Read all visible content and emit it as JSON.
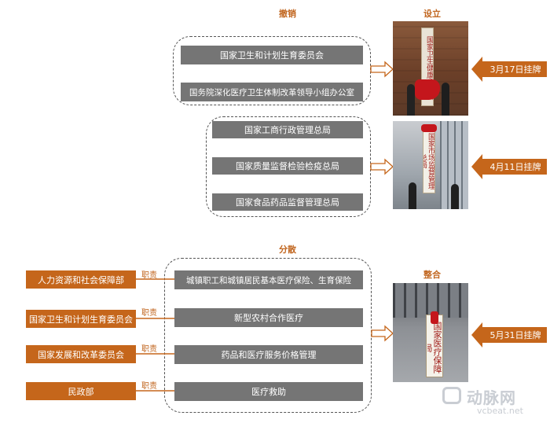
{
  "sections": {
    "revoke_title": "撤销",
    "establish_title": "设立",
    "disperse_title": "分散",
    "integrate_title": "整合"
  },
  "revoke_group1": [
    "国家卫生和计划生育委员会",
    "国务院深化医疗卫生体制改革领导小组办公室"
  ],
  "revoke_group2": [
    "国家工商行政管理总局",
    "国家质量监督检验检疫总局",
    "国家食品药品监督管理总局"
  ],
  "ministries": [
    "人力资源和社会保障部",
    "国家卫生和计划生育委员会",
    "国家发展和改革委员会",
    "民政部"
  ],
  "duty_label": "职责",
  "duties": [
    "城镇职工和城镇居民基本医疗保险、生育保险",
    "新型农村合作医疗",
    "药品和医疗服务价格管理",
    "医疗救助"
  ],
  "photo_tags": [
    "3月17日挂牌",
    "4月11日挂牌",
    "5月31日挂牌"
  ],
  "plaques": [
    "国家卫生健康委员会",
    "国家市场监督管理总局",
    "国家医疗保障局"
  ],
  "watermark": {
    "name": "动脉网",
    "url": "vcbeat.net"
  },
  "colors": {
    "accent": "#c5661b",
    "gray_box": "#757575",
    "tag_bg": "#c5661b"
  }
}
